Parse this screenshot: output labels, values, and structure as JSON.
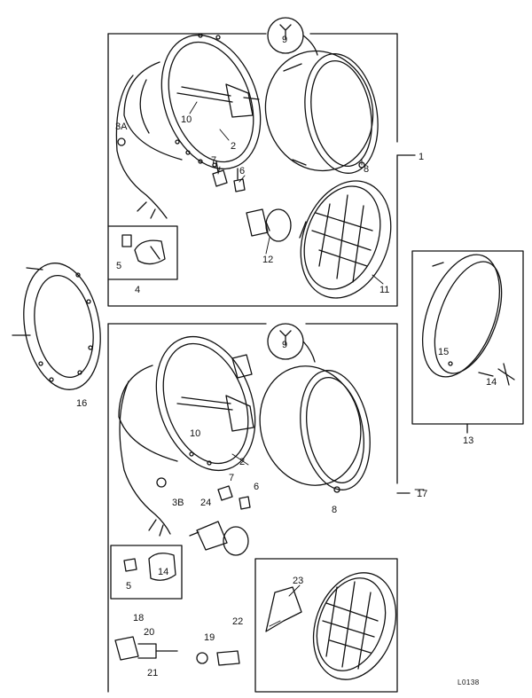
{
  "colors": {
    "ink": "#111111",
    "paper": "#ffffff",
    "shade": "#555555"
  },
  "callouts": {
    "c1": "1",
    "c2a": "2",
    "c2b": "2",
    "c3a": "3A",
    "c3b": "3B",
    "c4": "4",
    "c5a": "5",
    "c5b": "5",
    "c6a": "6",
    "c6b": "6",
    "c7a": "7",
    "c7b": "7",
    "c8a": "8",
    "c8b": "8",
    "c9a": "9",
    "c9b": "9",
    "c10a": "10",
    "c10b": "10",
    "c11": "11",
    "c12": "12",
    "c13": "13",
    "c14a": "14",
    "c14b": "14",
    "c15": "15",
    "c16": "16",
    "c17": "17",
    "c18": "18",
    "c19": "19",
    "c20": "20",
    "c21": "21",
    "c22": "22",
    "c23": "23",
    "c24": "24"
  },
  "drawing_code": "L0138"
}
